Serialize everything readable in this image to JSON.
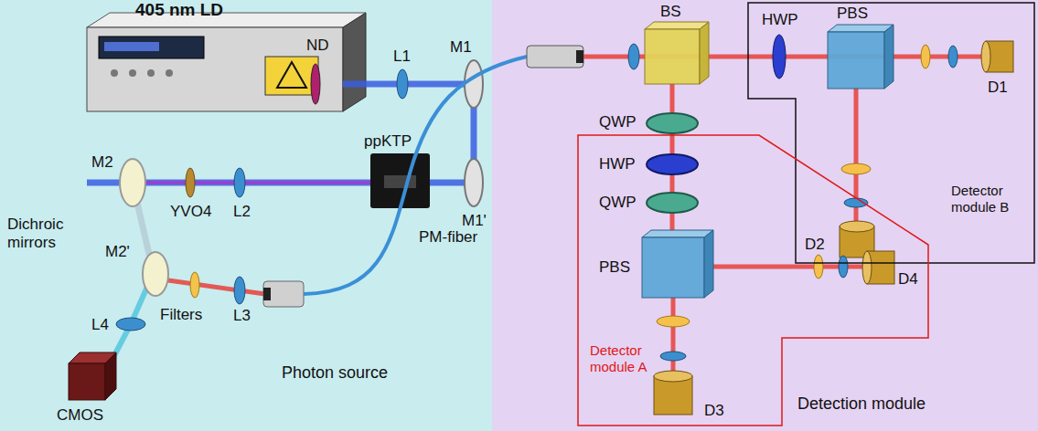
{
  "diagram": {
    "nodes": [
      {
        "text": [
          "Photon source"
        ]
      },
      {
        "text": [
          "Detection module"
        ]
      },
      {
        "text": [
          "Detector module B"
        ],
        "in": 1
      },
      {
        "text": [
          "Detector module A"
        ],
        "in": 1
      }
    ],
    "labels": [
      "405 nm LD",
      "ND",
      "L1",
      "M1",
      "ppKTP",
      "M1'",
      "M2",
      "Dichroic mirrors",
      "YVO4",
      "L2",
      "M2'",
      "Filters",
      "L3",
      "L4",
      "CMOS",
      "PM-fiber",
      "BS",
      "HWP",
      "PBS",
      "D1",
      "D2",
      "QWP",
      "HWP",
      "QWP",
      "PBS",
      "D4",
      "D3"
    ]
  }
}
